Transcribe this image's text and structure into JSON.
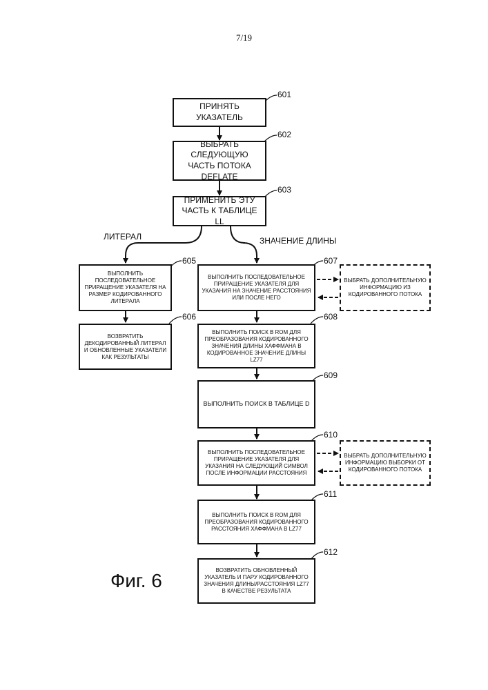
{
  "page_number": "7/19",
  "figure_caption": "Фиг. 6",
  "branch_labels": {
    "literal": "ЛИТЕРАЛ",
    "length_value": "ЗНАЧЕНИЕ ДЛИНЫ"
  },
  "steps": {
    "s601": {
      "number": "601",
      "text": "ПРИНЯТЬ УКАЗАТЕЛЬ"
    },
    "s602": {
      "number": "602",
      "text": "ВЫБРАТЬ СЛЕДУЮЩУЮ ЧАСТЬ ПОТОКА DEFLATE"
    },
    "s603": {
      "number": "603",
      "text": "ПРИМЕНИТЬ ЭТУ ЧАСТЬ К ТАБЛИЦЕ LL"
    },
    "s605": {
      "number": "605",
      "text": "ВЫПОЛНИТЬ ПОСЛЕДОВАТЕЛЬНОЕ ПРИРАЩЕНИЕ УКАЗАТЕЛЯ НА РАЗМЕР КОДИРОВАННОГО ЛИТЕРАЛА"
    },
    "s606": {
      "number": "606",
      "text": "ВОЗВРАТИТЬ ДЕКОДИРОВАННЫЙ ЛИТЕРАЛ И ОБНОВЛЕННЫЕ УКАЗАТЕЛИ КАК РЕЗУЛЬТАТЫ"
    },
    "s607": {
      "number": "607",
      "text": "ВЫПОЛНИТЬ ПОСЛЕДОВАТЕЛЬНОЕ ПРИРАЩЕНИЕ УКАЗАТЕЛЯ ДЛЯ УКАЗАНИЯ НА ЗНАЧЕНИЕ РАССТОЯНИЯ ИЛИ ПОСЛЕ НЕГО"
    },
    "s607_side": {
      "text": "ВЫБРАТЬ ДОПОЛНИТЕЛЬНУЮ ИНФОРМАЦИЮ ИЗ КОДИРОВАННОГО ПОТОКА"
    },
    "s608": {
      "number": "608",
      "text": "ВЫПОЛНИТЬ ПОИСК В ROM ДЛЯ ПРЕОБРАЗОВАНИЯ КОДИРОВАННОГО ЗНАЧЕНИЯ ДЛИНЫ ХАФФМАНА В КОДИРОВАННОЕ ЗНАЧЕНИЕ ДЛИНЫ LZ77"
    },
    "s609": {
      "number": "609",
      "text": "ВЫПОЛНИТЬ ПОИСК В ТАБЛИЦЕ D"
    },
    "s610": {
      "number": "610",
      "text": "ВЫПОЛНИТЬ ПОСЛЕДОВАТЕЛЬНОЕ ПРИРАЩЕНИЕ УКАЗАТЕЛЯ ДЛЯ УКАЗАНИЯ НА СЛЕДУЮЩИЙ СИМВОЛ ПОСЛЕ ИНФОРМАЦИИ РАССТОЯНИЯ"
    },
    "s610_side": {
      "text": "ВЫБРАТЬ ДОПОЛНИТЕЛЬНУЮ ИНФОРМАЦИЮ ВЫБОРКИ ОТ КОДИРОВАННОГО ПОТОКА"
    },
    "s611": {
      "number": "611",
      "text": "ВЫПОЛНИТЬ ПОИСК В ROM ДЛЯ ПРЕОБРАЗОВАНИЯ КОДИРОВАННОГО РАССТОЯНИЯ ХАФФМАНА В LZ77"
    },
    "s612": {
      "number": "612",
      "text": "ВОЗВРАТИТЬ ОБНОВЛЕННЫЙ УКАЗАТЕЛЬ И ПАРУ КОДИРОВАННОГО ЗНАЧЕНИЯ ДЛИНЫ/РАССТОЯНИЯ LZ77 В КАЧЕСТВЕ РЕЗУЛЬТАТА"
    }
  }
}
